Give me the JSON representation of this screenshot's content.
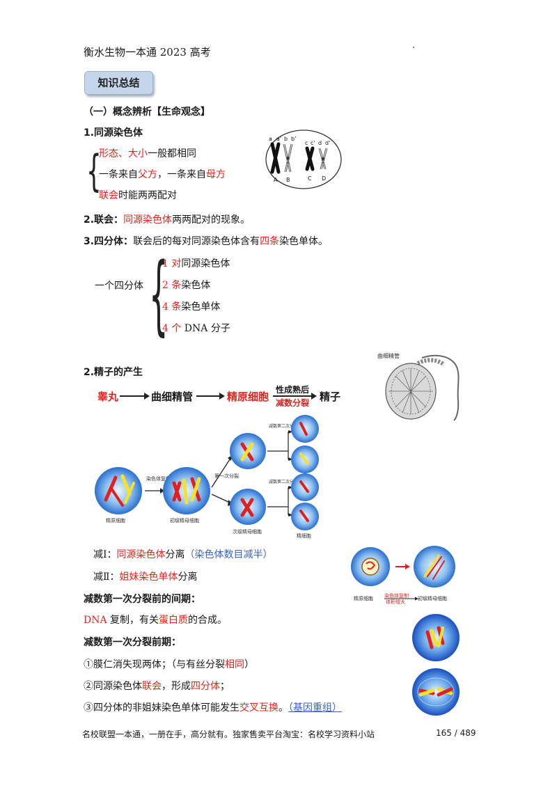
{
  "header": "衡水生物一本通 2023 高考",
  "badge": "知识总结",
  "section1": "（一）概念辨析【生命观念】",
  "homologous": {
    "title": "1.同源染色体",
    "line1_red": "形态、大小",
    "line1_rest": "一般都相同",
    "line2_a": "一条来自",
    "line2_red1": "父方",
    "line2_b": "，一条来自",
    "line2_red2": "母方",
    "line3_red": "联会",
    "line3_rest": "时能两两配对"
  },
  "chrom_fig": {
    "top_labels": [
      "a",
      "a'",
      "b",
      "b'",
      "c",
      "c'",
      "d",
      "d'"
    ],
    "bottom_labels": [
      "A",
      "B",
      "C",
      "D"
    ]
  },
  "synapsis": {
    "label": "2.联会：",
    "red": "同源染色体",
    "rest": "两两配对的现象。"
  },
  "tetrad": {
    "label": "3.四分体：",
    "text_a": "联会后的每对同源染色体含有",
    "red": "四条",
    "text_b": "染色单体。",
    "one": "一个四分体",
    "items": [
      {
        "red": "1 对",
        "rest": "同源染色体"
      },
      {
        "red": "2 条",
        "rest": "染色体"
      },
      {
        "red": "4 条",
        "rest": "染色单体"
      },
      {
        "red": "4 个",
        "rest": " DNA 分子"
      }
    ]
  },
  "sperm": {
    "title": "2.精子的产生",
    "testis_label": "曲细精管",
    "flow": [
      "睾丸",
      "曲细精管",
      "精原细胞",
      "精子"
    ],
    "flow_top": "性成熟后",
    "flow_bottom": "减数分裂"
  },
  "meiosis_fig": {
    "labels": [
      "精原细胞",
      "初级精母细胞",
      "次级精母细胞",
      "精细胞"
    ],
    "arrow1": "染色体复制",
    "arrow2": "第一次分裂",
    "arrow3": "减数第二次分裂",
    "arrow4": "减数第二次分裂"
  },
  "summary": {
    "m1_label": "减Ⅰ：",
    "m1_red": "同源染色体",
    "m1_rest": "分离",
    "m1_blue": "（染色体数目减半）",
    "m2_label": "减Ⅱ：",
    "m2_red": "姐妹染色单体",
    "m2_rest": "分离"
  },
  "side_fig": {
    "left": "精原细胞",
    "mid_top": "染色体复制",
    "mid_bottom": "体积增大",
    "right": "初级精母细胞"
  },
  "interphase": {
    "title": "减数第一次分裂前的间期：",
    "red1": "DNA",
    "text1": " 复制，有关",
    "red2": "蛋白质",
    "text2": "的合成。"
  },
  "prophase": {
    "title": "减数第一次分裂前期：",
    "p1_a": "①膜仁消失现两体；（与有丝分裂",
    "p1_red": "相同",
    "p1_b": "）",
    "p2_a": "②同源染色体",
    "p2_red1": "联会",
    "p2_b": "，形成",
    "p2_red2": "四分体",
    "p2_c": "；",
    "p3_a": "③四分体的非姐妹染色单体可能发生",
    "p3_red": "交叉互换",
    "p3_b": "。",
    "p3_blue": "（基因重组）"
  },
  "footer": "名校联盟一本通，一册在手，高分就有。独家售卖平台淘宝：名校学习资料小站",
  "page": "165 / 489"
}
